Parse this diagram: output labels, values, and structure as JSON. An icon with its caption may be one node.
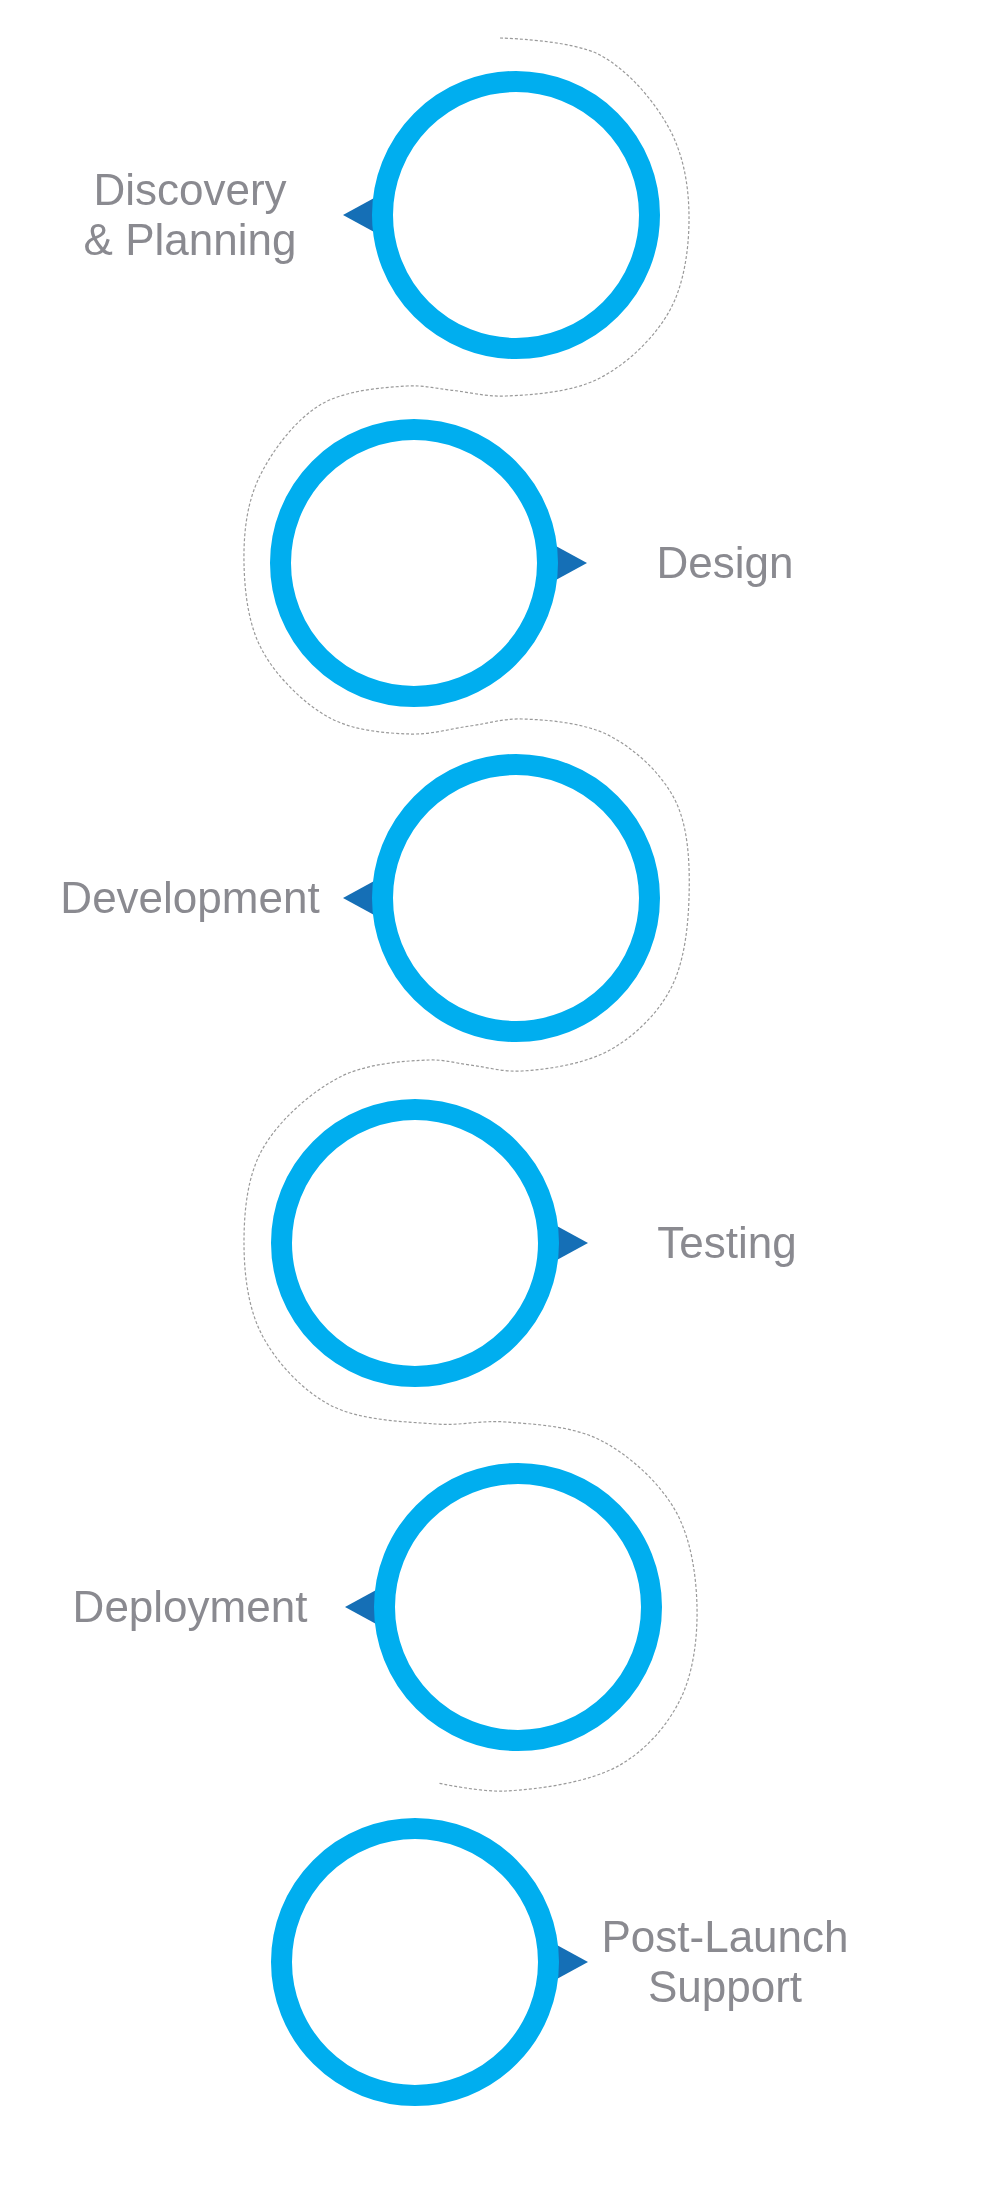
{
  "diagram": {
    "nodes": [
      {
        "text": [],
        "shape": "circle",
        "beside": [
          "Discovery & Planning"
        ]
      },
      {
        "text": [],
        "shape": "circle",
        "beside": [
          "Design"
        ]
      },
      {
        "text": [],
        "shape": "circle",
        "beside": [
          "Development"
        ]
      },
      {
        "text": [],
        "shape": "circle",
        "beside": [
          "Testing"
        ]
      },
      {
        "text": [],
        "shape": "circle",
        "beside": [
          "Deployment"
        ]
      },
      {
        "text": [],
        "shape": "circle",
        "beside": [
          "Post-Launch Support"
        ]
      }
    ]
  }
}
